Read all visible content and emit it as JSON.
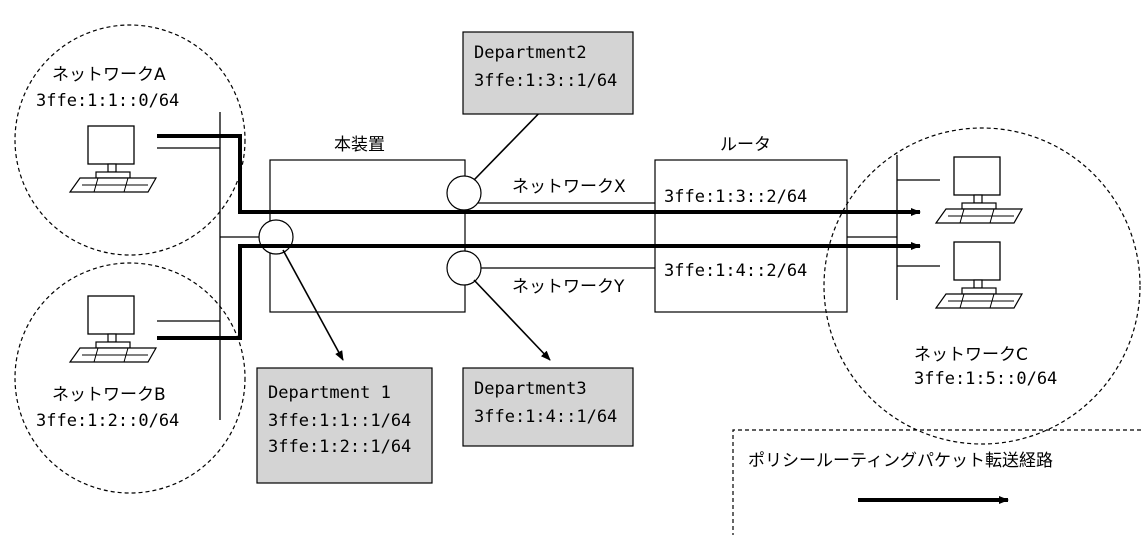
{
  "device": {
    "label": "本装置"
  },
  "router": {
    "label": "ルータ"
  },
  "network_a": {
    "name": "ネットワークA",
    "prefix": "3ffe:1:1::0/64"
  },
  "network_b": {
    "name": "ネットワークB",
    "prefix": "3ffe:1:2::0/64"
  },
  "network_c": {
    "name": "ネットワークC",
    "prefix": "3ffe:1:5::0/64"
  },
  "network_x": {
    "name": "ネットワークX",
    "router_addr": "3ffe:1:3::2/64"
  },
  "network_y": {
    "name": "ネットワークY",
    "router_addr": "3ffe:1:4::2/64"
  },
  "department1": {
    "name": "Department 1",
    "addr1": "3ffe:1:1::1/64",
    "addr2": "3ffe:1:2::1/64"
  },
  "department2": {
    "name": "Department2",
    "addr": "3ffe:1:3::1/64"
  },
  "department3": {
    "name": "Department3",
    "addr": "3ffe:1:4::1/64"
  },
  "legend": {
    "label": "ポリシールーティングパケット転送経路"
  },
  "colors": {
    "dept_box_fill": "#d4d4d4",
    "line": "#000000",
    "background": "#ffffff"
  }
}
